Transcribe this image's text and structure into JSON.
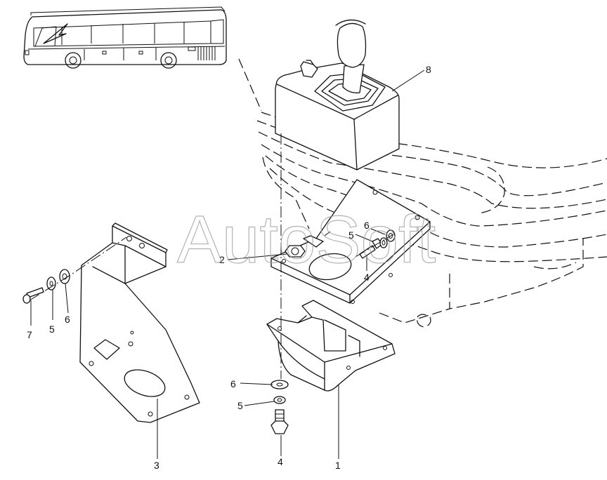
{
  "watermark": "AutoSoft",
  "callouts": {
    "c1": "1",
    "c2": "2",
    "c3": "3",
    "c4_bottom": "4",
    "c4_right": "4",
    "c5_left": "5",
    "c5_mid": "5",
    "c5_right": "5",
    "c6_left": "6",
    "c6_mid": "6",
    "c6_right": "6",
    "c7": "7",
    "c8": "8"
  },
  "icons": {
    "bus": "bus-locator-icon"
  },
  "colors": {
    "line": "#111111",
    "watermark": "#9a9a9a",
    "background": "#ffffff"
  }
}
